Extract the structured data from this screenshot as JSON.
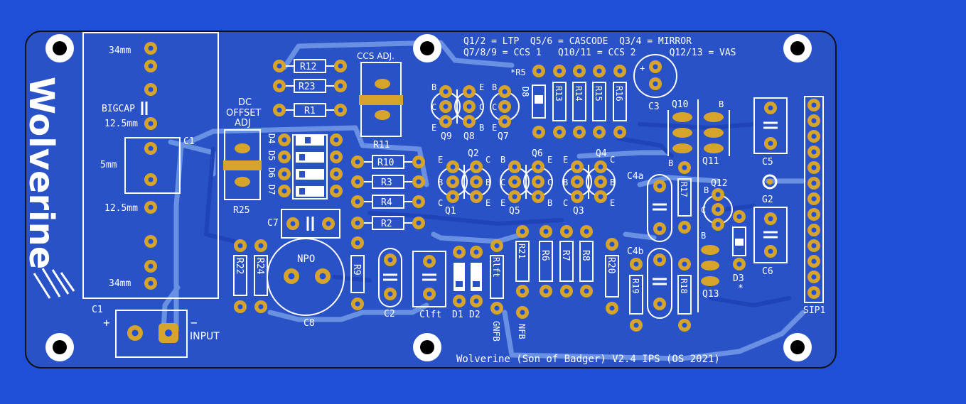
{
  "board": {
    "brand": "Wolverine",
    "footer": "Wolverine (Son of Badger) V2.4 IPS (OS 2021)",
    "legend": [
      "Q1/2 = LTP  Q5/6 = CASCODE  Q3/4 = MIRROR",
      "Q7/8/9 = CCS 1   Q10/11 = CCS 2      Q12/13 = VAS"
    ],
    "colors": {
      "board": "#1f4fd6",
      "copper": "#2a52c7",
      "trace": "#7fa6ec",
      "pad": "#d6a42a",
      "silk": "#ffffff",
      "outline": "#111111"
    }
  },
  "labels": {
    "mm34_top": "34mm",
    "bigcap": "BIGCAP",
    "mm125_a": "12.5mm",
    "mm5": "5mm",
    "mm125_b": "12.5mm",
    "mm34_bot": "34mm",
    "c1_right": "C1",
    "c1_bottom": "C1",
    "input": "INPUT",
    "plus": "+",
    "minus": "−",
    "dc": "DC",
    "offset": "OFFSET",
    "adj": "ADJ",
    "r25": "R25",
    "ccs_adj": "CCS ADJ.",
    "r11": "R11",
    "r12": "R12",
    "r23": "R23",
    "r1": "R1",
    "r10": "R10",
    "r3": "R3",
    "r4": "R4",
    "r2": "R2",
    "d4": "D4",
    "d5": "D5",
    "d6": "D6",
    "d7": "D7",
    "c7": "C7",
    "npo": "NPO",
    "c8": "C8",
    "r22": "R22",
    "r24": "R24",
    "r9": "R9",
    "c2": "C2",
    "clft": "Clft",
    "d1": "D1",
    "d2": "D2",
    "rlft": "Rlft",
    "gnfb": "GNFB",
    "r21": "R21",
    "nfb": "NFB",
    "r6": "R6",
    "r7": "R7",
    "r8": "R8",
    "r20": "R20",
    "q9": "Q9",
    "q8": "Q8",
    "q7": "Q7",
    "q1": "Q1",
    "q2": "Q2",
    "q5": "Q5",
    "q6": "Q6",
    "q3": "Q3",
    "q4": "Q4",
    "d8": "D8",
    "r5": "*R5",
    "r13": "R13",
    "r14": "R14",
    "r15": "R15",
    "r16": "R16",
    "c3": "C3",
    "c3plus": "+",
    "q10": "Q10",
    "q11": "Q11",
    "q12": "Q12",
    "q13": "Q13",
    "c4a": "C4a",
    "c4b": "C4b",
    "r17": "R17",
    "r19": "R19",
    "r18": "R18",
    "d3": "D3",
    "star": "*",
    "c5": "C5",
    "g2": "G2",
    "c6": "C6",
    "sip1": "SIP1",
    "pinB": "B",
    "pinC": "C",
    "pinE": "E"
  }
}
